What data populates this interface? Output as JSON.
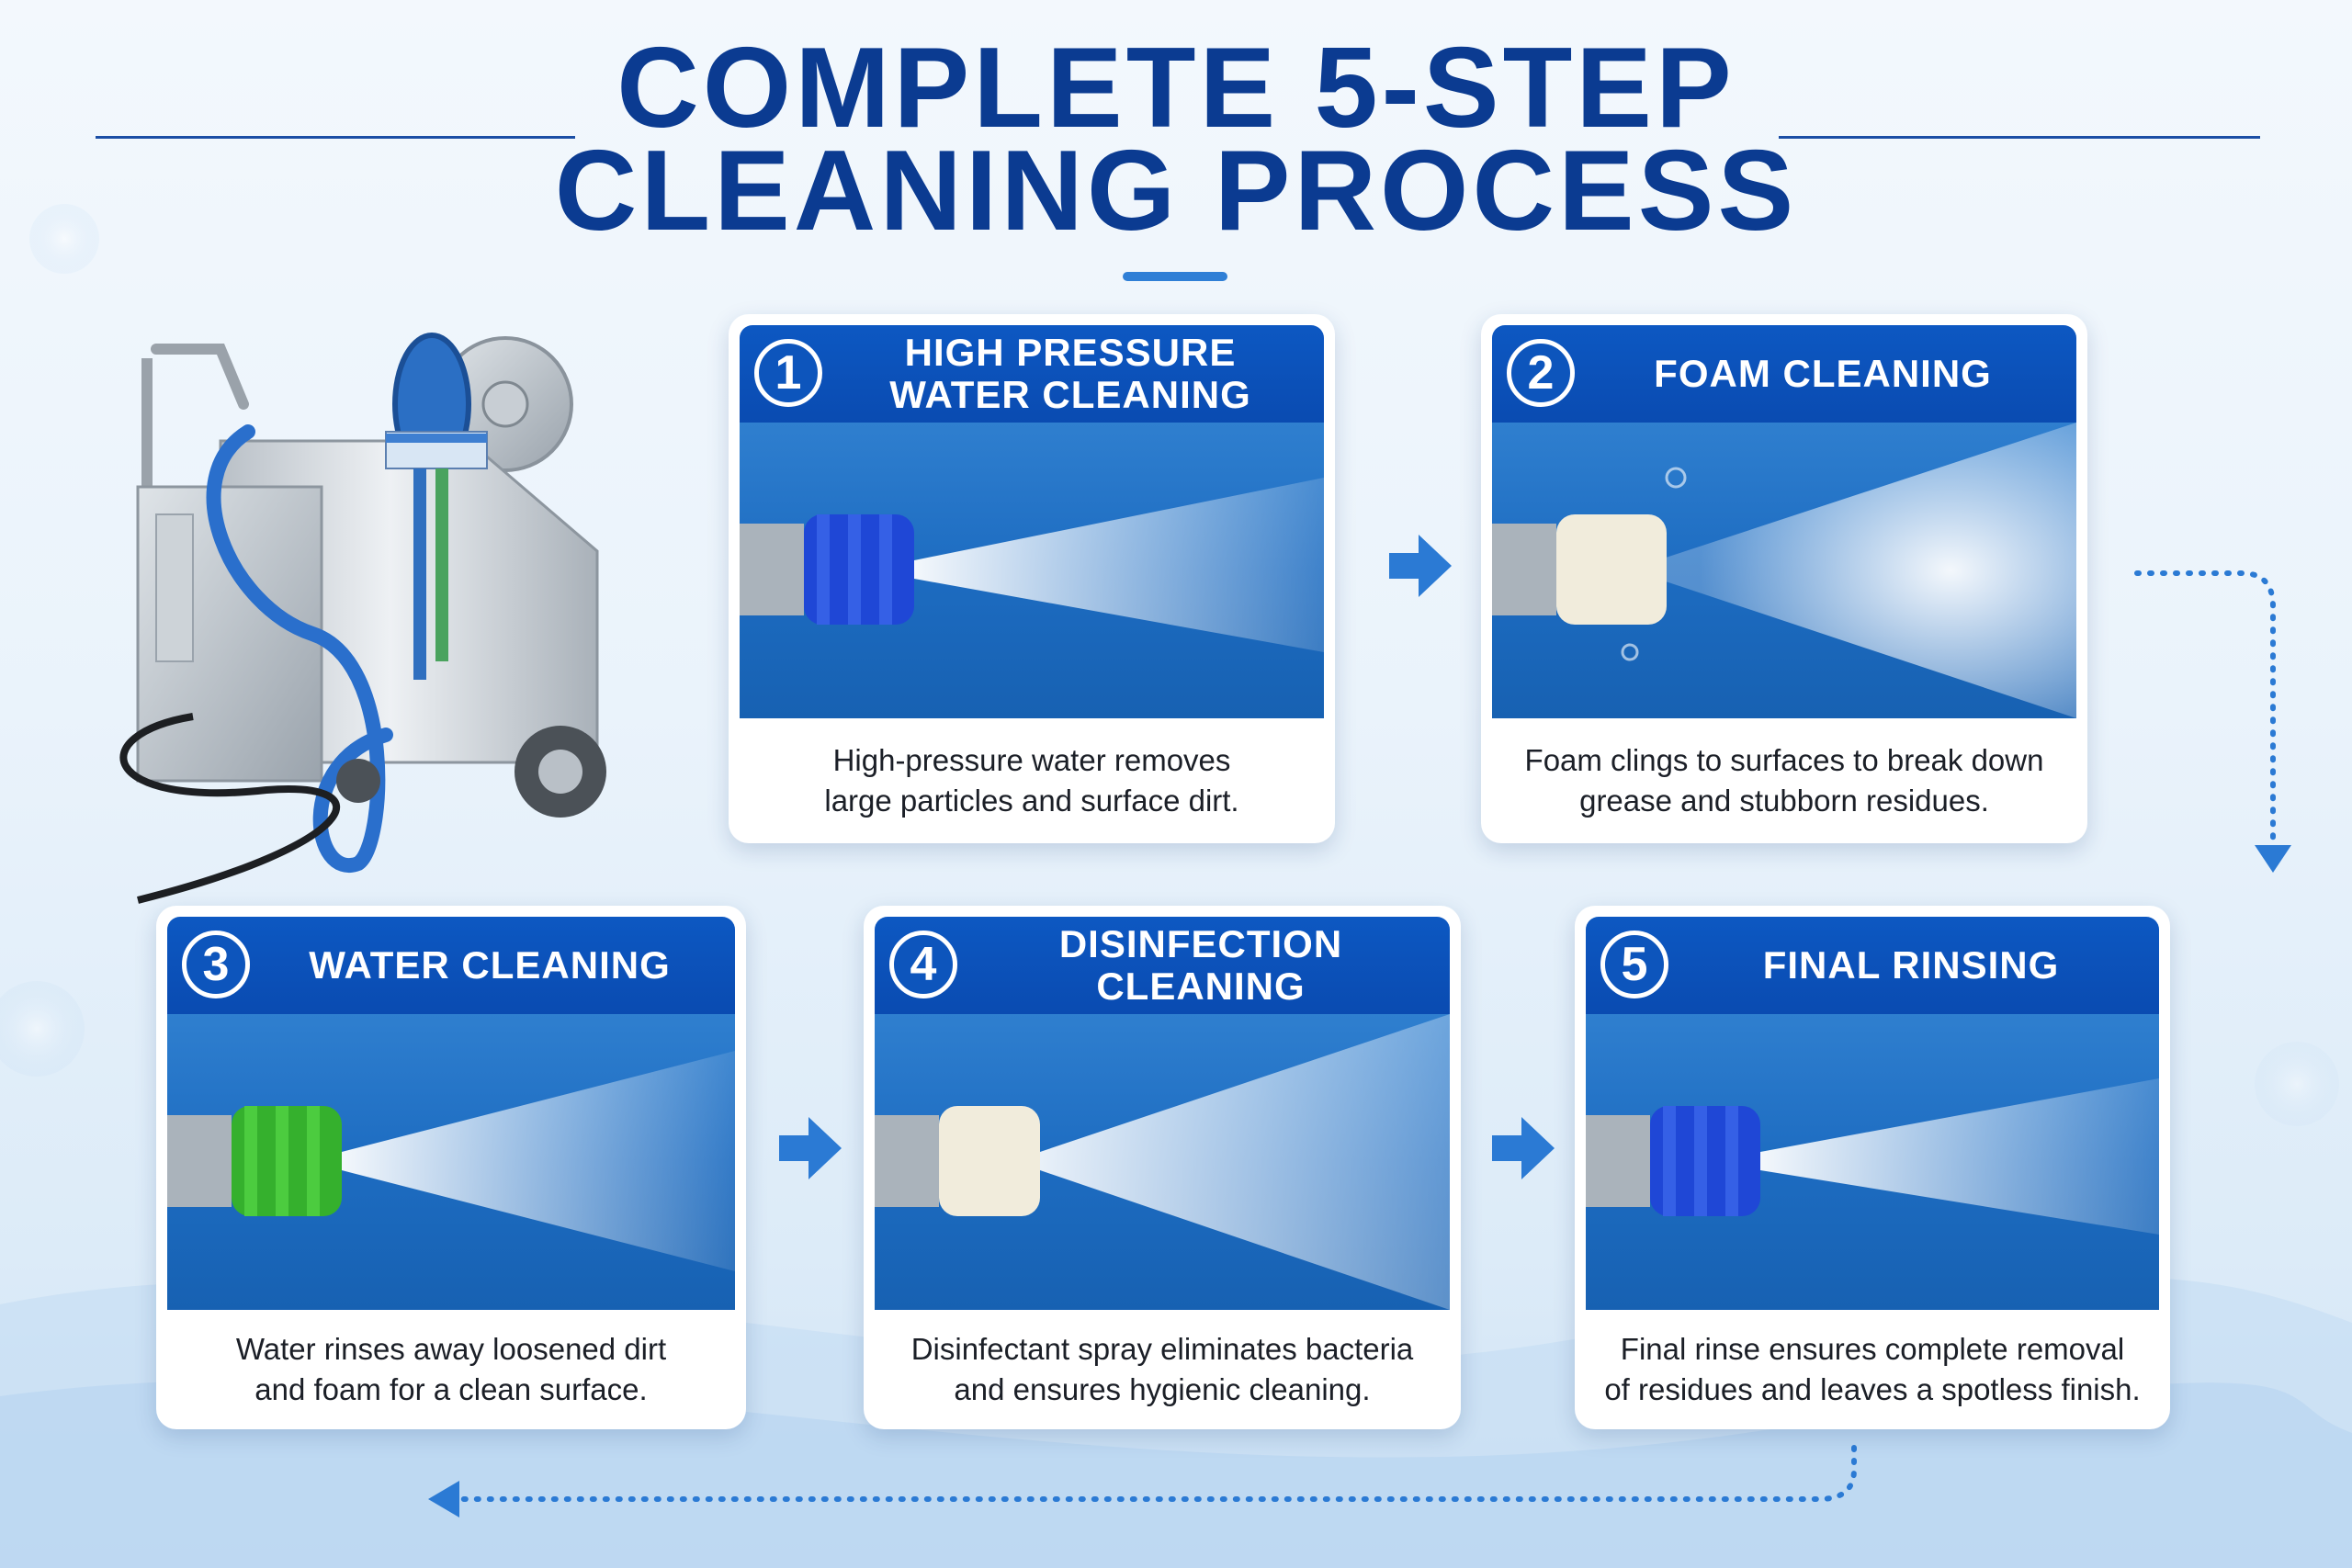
{
  "title": {
    "line1": "COMPLETE 5-STEP",
    "line2": "CLEANING PROCESS"
  },
  "colors": {
    "title": "#0b3b91",
    "header": "#0b50b6",
    "accent": "#2f7fd6",
    "nozzle_blue": "#1f47d6",
    "nozzle_cream": "#f1ecdc",
    "nozzle_green": "#35b02d"
  },
  "steps": [
    {
      "number": "1",
      "title": "HIGH PRESSURE WATER CLEANING",
      "title_line1": "HIGH PRESSURE",
      "title_line2": "WATER CLEANING",
      "desc_line1": "High-pressure water removes",
      "desc_line2": "large particles and surface dirt.",
      "nozzle_color": "blue",
      "spray": "jet"
    },
    {
      "number": "2",
      "title": "FOAM CLEANING",
      "desc_line1": "Foam clings to surfaces to break down",
      "desc_line2": "grease and stubborn residues.",
      "nozzle_color": "cream",
      "spray": "foam"
    },
    {
      "number": "3",
      "title": "WATER CLEANING",
      "desc_line1": "Water rinses away loosened dirt",
      "desc_line2": "and foam for a clean surface.",
      "nozzle_color": "green",
      "spray": "fan"
    },
    {
      "number": "4",
      "title": "DISINFECTION CLEANING",
      "desc_line1": "Disinfectant spray eliminates bacteria",
      "desc_line2": "and ensures hygienic cleaning.",
      "nozzle_color": "cream",
      "spray": "mist"
    },
    {
      "number": "5",
      "title": "FINAL RINSING",
      "desc_line1": "Final rinse ensures complete removal",
      "desc_line2": "of residues and leaves a spotless finish.",
      "nozzle_color": "blue",
      "spray": "jet"
    }
  ],
  "icons": {
    "step_arrow": "right-arrow-icon",
    "flow_path": "dotted-flow-arrow-icon",
    "machine": "pressure-washer-machine-icon"
  }
}
